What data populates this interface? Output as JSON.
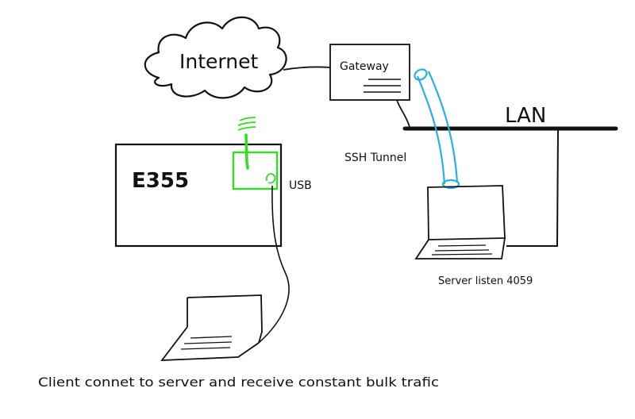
{
  "labels": {
    "internet": "Internet",
    "gateway": "Gateway",
    "lan": "LAN",
    "ssh_tunnel": "SSH Tunnel",
    "device": "E355",
    "usb": "USB",
    "server": "Server listen 4059",
    "client": "Client connet to server and receive constant bulk trafic"
  },
  "colors": {
    "line": "#111111",
    "wireless": "#33dd22",
    "usb_box": "#33dd22",
    "tunnel": "#29aee6"
  }
}
